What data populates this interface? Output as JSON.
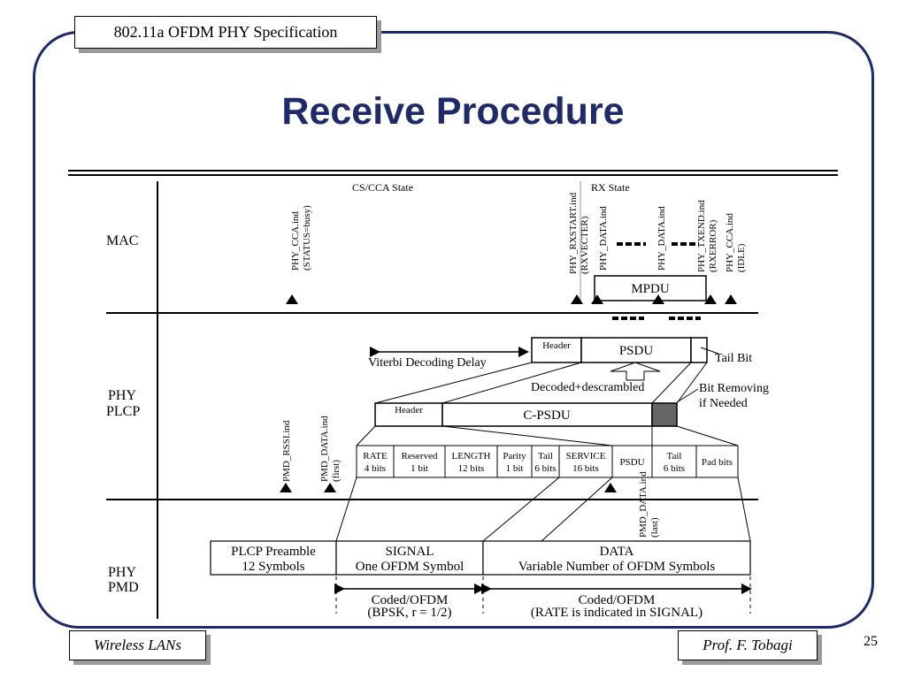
{
  "header_label": "802.11a OFDM PHY Specification",
  "title": "Receive Procedure",
  "footer": {
    "left": "Wireless LANs",
    "right": "Prof. F. Tobagi",
    "page": "25"
  },
  "diagram": {
    "states": {
      "cs_cca": "CS/CCA State",
      "rx": "RX State"
    },
    "layers": {
      "mac": "MAC",
      "phy": "PHY",
      "plcp": "PLCP",
      "pmd": "PMD"
    },
    "primitives": {
      "phy_cca_busy_1": "PHY_CCA.ind",
      "phy_cca_busy_2": "(STATUS=busy)",
      "rxstart_1": "PHY_RXSTART.ind",
      "rxstart_2": "(RXVECTER)",
      "data_ind_1": "PHY_DATA.ind",
      "data_ind_2": "PHY_DATA.ind",
      "rxend_1": "PHY_TXEND.ind",
      "rxend_2": "(RXERROR)",
      "cca_idle_1": "PHY_CCA.ind",
      "cca_idle_2": "(IDLE)",
      "pmd_rssi": "PMD_RSSI.ind",
      "pmd_data_first_1": "PMD_DATA.ind",
      "pmd_data_first_2": "(first)",
      "pmd_data_last_1": "PMD_DATA.ind",
      "pmd_data_last_2": "(last)"
    },
    "blocks": {
      "mpdu": "MPDU",
      "header": "Header",
      "psdu": "PSDU",
      "tail_bit": "Tail Bit",
      "viterbi": "Viterbi Decoding Delay",
      "decoded": "Decoded+descrambled",
      "bit_removing_1": "Bit Removing",
      "bit_removing_2": "if Needed",
      "plcp_header": "Header",
      "cpsdu": "C-PSDU"
    },
    "fields": [
      {
        "l1": "RATE",
        "l2": "4 bits"
      },
      {
        "l1": "Reserved",
        "l2": "1 bit"
      },
      {
        "l1": "LENGTH",
        "l2": "12 bits"
      },
      {
        "l1": "Parity",
        "l2": "1 bit"
      },
      {
        "l1": "Tail",
        "l2": "6 bits"
      },
      {
        "l1": "SERVICE",
        "l2": "16 bits"
      },
      {
        "l1": "PSDU",
        "l2": ""
      },
      {
        "l1": "Tail",
        "l2": "6 bits"
      },
      {
        "l1": "Pad bits",
        "l2": ""
      }
    ],
    "pmd_boxes": {
      "preamble_1": "PLCP Preamble",
      "preamble_2": "12 Symbols",
      "signal_1": "SIGNAL",
      "signal_2": "One OFDM Symbol",
      "data_1": "DATA",
      "data_2": "Variable Number of OFDM Symbols"
    },
    "coding": {
      "left_1": "Coded/OFDM",
      "left_2": "(BPSK, r = 1/2)",
      "right_1": "Coded/OFDM",
      "right_2": "(RATE is indicated in SIGNAL)"
    }
  }
}
